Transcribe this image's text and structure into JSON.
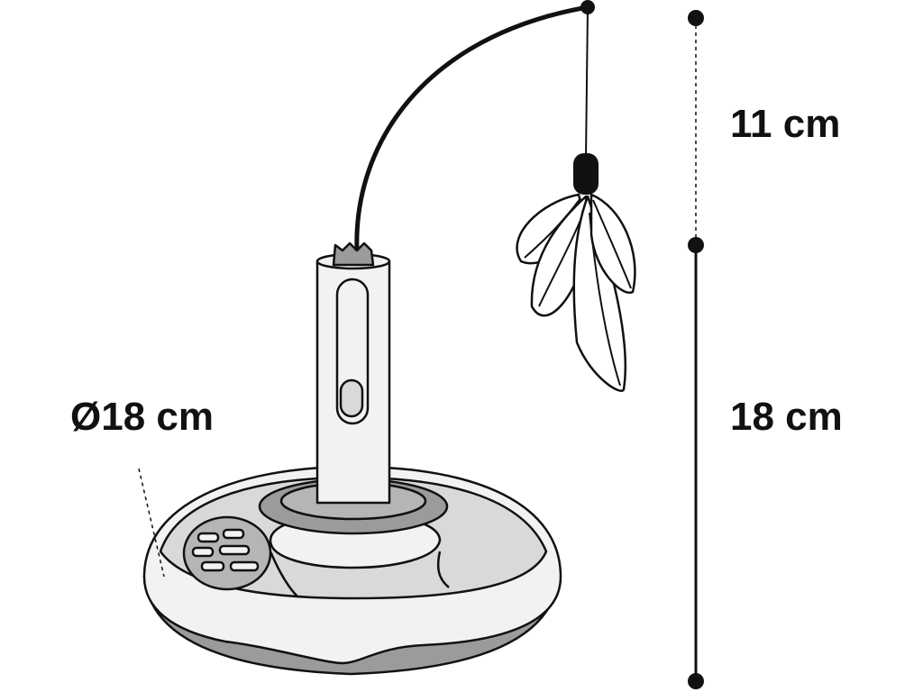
{
  "colors": {
    "outline": "#111111",
    "body_fill": "#f2f2f2",
    "mid_gray": "#9b9b9b",
    "light_gray": "#d9d9d9",
    "background": "#ffffff"
  },
  "dimensions": {
    "top_height": "11 cm",
    "main_height": "18 cm",
    "diameter": "Ø18 cm"
  }
}
